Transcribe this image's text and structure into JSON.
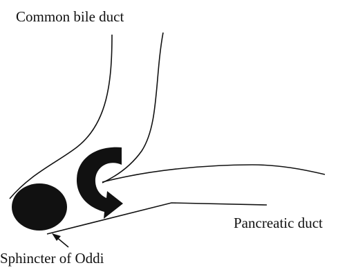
{
  "labels": {
    "common_bile_duct": "Common bile duct",
    "pancreatic_duct": "Pancreatic duct",
    "sphincter_of_oddi": "Sphincter of Oddi"
  },
  "colors": {
    "ink": "#111111",
    "background": "#ffffff"
  }
}
